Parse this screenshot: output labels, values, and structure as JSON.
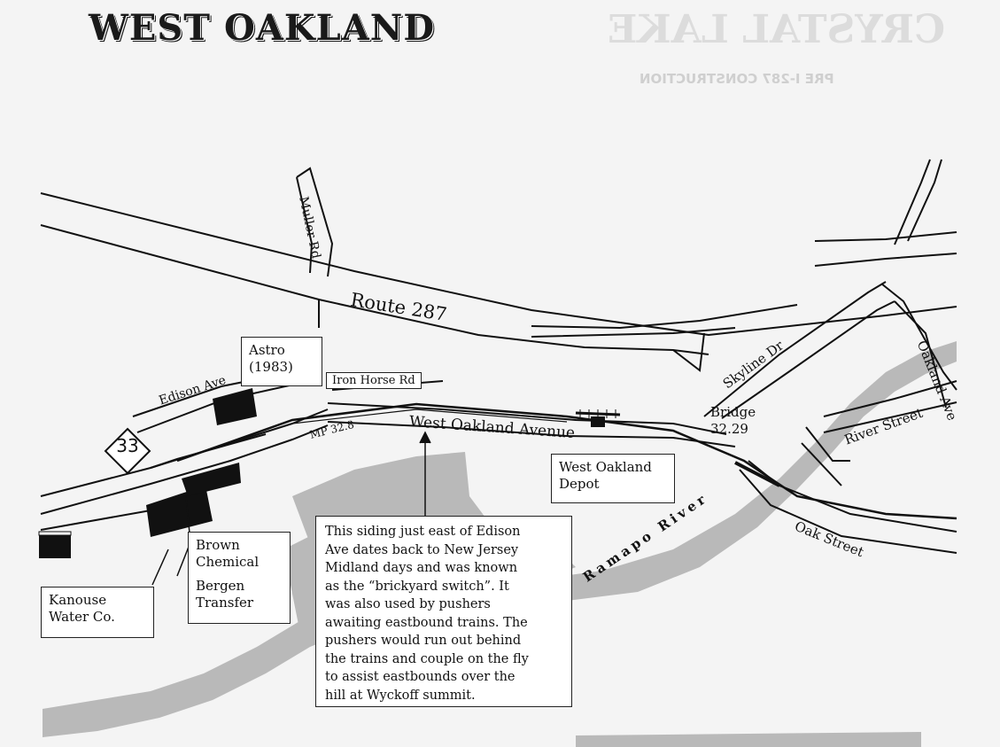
{
  "title": "WEST OAKLAND",
  "ghost": {
    "title": "CRYSTAL LAKE",
    "subtitle": "PRE I-287 CONSTRUCTION"
  },
  "roads": {
    "route_287": "Route 287",
    "muller_rd": "Muller Rd",
    "edison_ave": "Edison Ave",
    "iron_horse_rd": "Iron Horse Rd",
    "west_oakland_ave": "West Oakland Avenue",
    "skyline_dr": "Skyline Dr",
    "oakland_ave": "Oakland Ave",
    "river_street": "River Street",
    "oak_street": "Oak Street",
    "ramapo_river": "Ramapo River",
    "route_33_shield": "33"
  },
  "markers": {
    "mp": "MP 32.8",
    "bridge": [
      "Bridge",
      "32.29"
    ]
  },
  "places": {
    "astro": [
      "Astro",
      "(1983)"
    ],
    "west_oakland_depot": [
      "West Oakland",
      "Depot"
    ],
    "brown_chemical": [
      "Brown",
      "Chemical"
    ],
    "bergen_transfer": [
      "Bergen",
      "Transfer"
    ],
    "kanouse_water": [
      "Kanouse",
      "Water Co."
    ]
  },
  "note": [
    "This siding just east of Edison",
    "Ave dates back to New Jersey",
    "Midland days and was known",
    "as the “brickyard switch”. It",
    "was also used by pushers",
    "awaiting eastbound trains. The",
    "pushers would run out behind",
    "the trains and couple on the fly",
    "to assist eastbounds over the",
    "hill at Wyckoff summit."
  ],
  "colors": {
    "river": "#b9b9b9",
    "ink": "#111111",
    "paper": "#f4f4f4"
  }
}
